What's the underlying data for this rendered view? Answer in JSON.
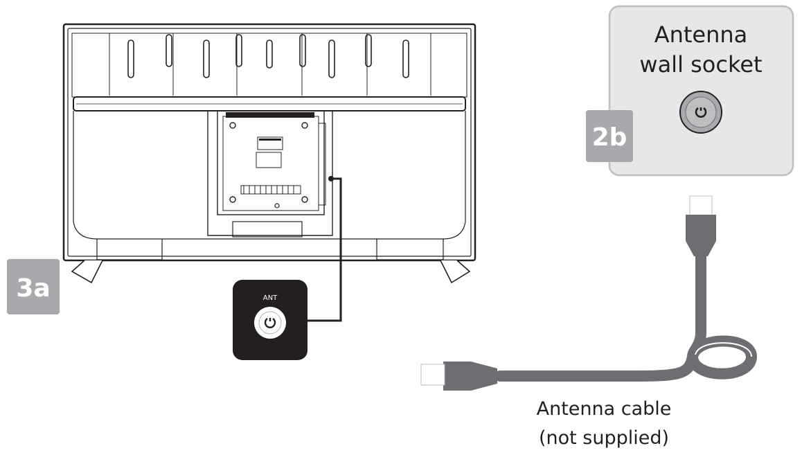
{
  "wall_socket": {
    "line1": "Antenna",
    "line2": "wall socket",
    "badge": "2b",
    "badge_color": "#a7a9ac",
    "panel_color": "#e6e7e8"
  },
  "tv": {
    "badge": "3a",
    "port_label": "ANT",
    "port_box_color": "#231f20"
  },
  "cable": {
    "label_line1": "Antenna cable",
    "label_line2": "(not supplied)",
    "color": "#6d6e71"
  }
}
